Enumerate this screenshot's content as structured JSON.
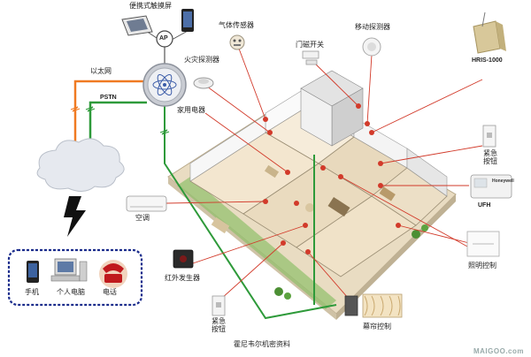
{
  "labels": {
    "portable_touchscreen": "便携式触摸屏",
    "ap": "AP",
    "gas_sensor": "气体传感器",
    "motion_detector": "移动探测器",
    "door_sensor": "门磁开关",
    "fire_detector": "火灾探测器",
    "hris": "HRIS-1000",
    "ethernet": "以太网",
    "pstn": "PSTN",
    "appliances": "家用电器",
    "emergency_button_right": "紧急按钮",
    "ufh": "UFH",
    "air_conditioner": "空调",
    "lighting_control": "照明控制",
    "ir_generator": "红外发生器",
    "emergency_button_bottom": "紧急按钮",
    "curtain_control": "幕帘控制",
    "caption": "霍尼韦尔机密资料",
    "mobile_phone": "手机",
    "pc": "个人电脑",
    "telephone": "电话",
    "honeywell_brand": "Honeywell",
    "watermark": "MAIGOO.com"
  },
  "colors": {
    "ethernet_line": "#f07a22",
    "pstn_line": "#2e9a3a",
    "pointer_line": "#d23a2a",
    "phone_box_border": "#1b2c8c",
    "cloud": "#e6e9ef",
    "lightning": "#111111"
  }
}
